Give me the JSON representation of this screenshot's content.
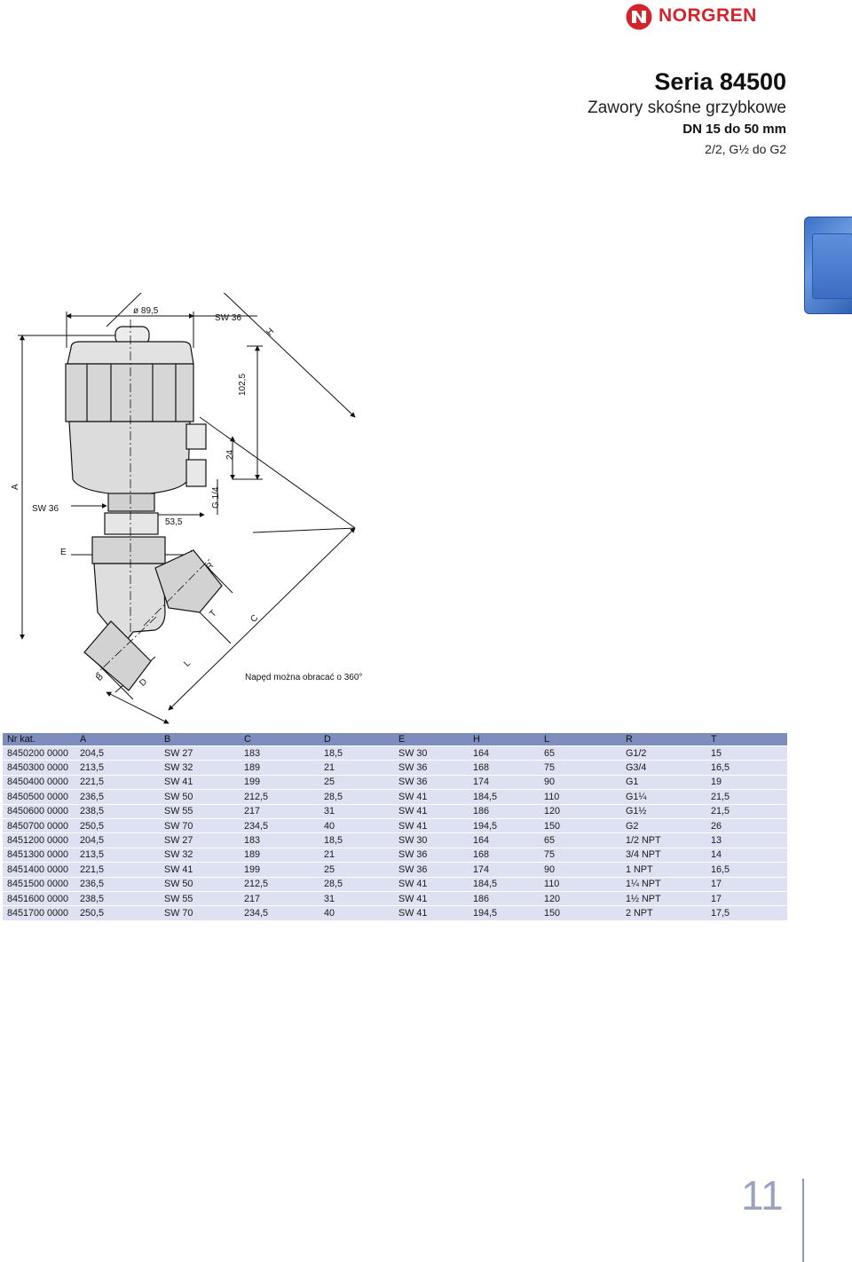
{
  "header": {
    "brand": "NORGREN",
    "series_title": "Seria 84500",
    "subtitle": "Zawory skośne grzybkowe",
    "dn_range": "DN 15 do 50 mm",
    "thread_range": "2/2, G½ do G2"
  },
  "drawing": {
    "labels": {
      "dia": "ø 89,5",
      "sw36_top": "SW 36",
      "h": "H",
      "dim_102": "102,5",
      "dim_24": "24",
      "g14": "G 1/4",
      "a": "A",
      "sw36_left": "SW 36",
      "dim_53": "53,5",
      "e": "E",
      "r": "R",
      "t": "T",
      "c": "C",
      "l": "L",
      "b": "B",
      "d": "D"
    },
    "rotation_note": "Napęd można obracać o 360°"
  },
  "table": {
    "headers": [
      "Nr kat.",
      "A",
      "B",
      "C",
      "D",
      "E",
      "H",
      "L",
      "R",
      "T"
    ],
    "rows": [
      [
        "8450200 0000",
        "204,5",
        "SW 27",
        "183",
        "18,5",
        "SW 30",
        "164",
        "65",
        "G1/2",
        "15"
      ],
      [
        "8450300 0000",
        "213,5",
        "SW 32",
        "189",
        "21",
        "SW 36",
        "168",
        "75",
        "G3/4",
        "16,5"
      ],
      [
        "8450400 0000",
        "221,5",
        "SW 41",
        "199",
        "25",
        "SW 36",
        "174",
        "90",
        "G1",
        "19"
      ],
      [
        "8450500 0000",
        "236,5",
        "SW 50",
        "212,5",
        "28,5",
        "SW 41",
        "184,5",
        "110",
        "G1¼",
        "21,5"
      ],
      [
        "8450600 0000",
        "238,5",
        "SW 55",
        "217",
        "31",
        "SW 41",
        "186",
        "120",
        "G1½",
        "21,5"
      ],
      [
        "8450700 0000",
        "250,5",
        "SW 70",
        "234,5",
        "40",
        "SW 41",
        "194,5",
        "150",
        "G2",
        "26"
      ],
      [
        "8451200 0000",
        "204,5",
        "SW 27",
        "183",
        "18,5",
        "SW 30",
        "164",
        "65",
        "1/2 NPT",
        "13"
      ],
      [
        "8451300 0000",
        "213,5",
        "SW 32",
        "189",
        "21",
        "SW 36",
        "168",
        "75",
        "3/4 NPT",
        "14"
      ],
      [
        "8451400 0000",
        "221,5",
        "SW 41",
        "199",
        "25",
        "SW 36",
        "174",
        "90",
        "1 NPT",
        "16,5"
      ],
      [
        "8451500 0000",
        "236,5",
        "SW 50",
        "212,5",
        "28,5",
        "SW 41",
        "184,5",
        "110",
        "1¼ NPT",
        "17"
      ],
      [
        "8451600 0000",
        "238,5",
        "SW 55",
        "217",
        "31",
        "SW 41",
        "186",
        "120",
        "1½ NPT",
        "17"
      ],
      [
        "8451700 0000",
        "250,5",
        "SW 70",
        "234,5",
        "40",
        "SW 41",
        "194,5",
        "150",
        "2 NPT",
        "17,5"
      ]
    ]
  },
  "footer": {
    "page_number": "11"
  },
  "colors": {
    "brand_red": "#d4232b",
    "table_header": "#7f8cbe",
    "table_row": "#dde1f1",
    "page_number": "#9aa2bf"
  }
}
